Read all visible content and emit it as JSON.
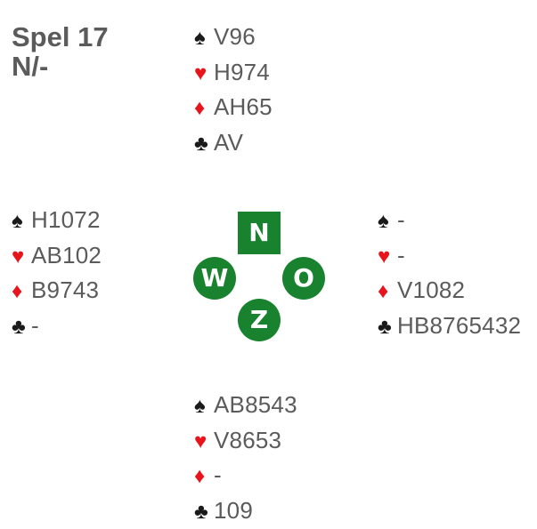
{
  "board": {
    "title": "Spel 17",
    "subtitle": "N/-"
  },
  "colors": {
    "black_suit": "#1a1a1a",
    "red_suit": "#e8141c",
    "compass_green": "#19822f",
    "text": "#5b5b5b"
  },
  "suits": {
    "spades": "♠",
    "hearts": "♥",
    "diamonds": "♦",
    "clubs": "♣"
  },
  "hands": {
    "north": {
      "spades": "V96",
      "hearts": "H974",
      "diamonds": "AH65",
      "clubs": "AV"
    },
    "west": {
      "spades": "H1072",
      "hearts": "AB102",
      "diamonds": "B9743",
      "clubs": "-"
    },
    "east": {
      "spades": "-",
      "hearts": "-",
      "diamonds": "V1082",
      "clubs": "HB8765432"
    },
    "south": {
      "spades": "AB8543",
      "hearts": "V8653",
      "diamonds": "-",
      "clubs": "109"
    }
  },
  "compass": {
    "north": "N",
    "west": "W",
    "east": "O",
    "south": "Z"
  }
}
